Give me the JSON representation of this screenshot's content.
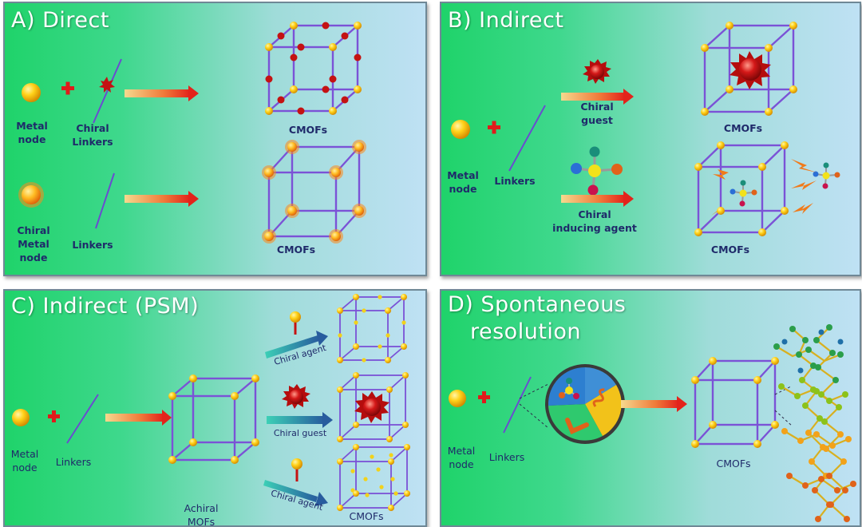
{
  "panels": {
    "a": {
      "title": "A) Direct",
      "metal_node": "Metal\nnode",
      "chiral_linkers": "Chiral\nLinkers",
      "cmofs_top": "CMOFs",
      "chiral_metal_node": "Chiral\nMetal\nnode",
      "linkers": "Linkers",
      "cmofs_bottom": "CMOFs"
    },
    "b": {
      "title": "B) Indirect",
      "chiral_guest": "Chiral\nguest",
      "cmofs_top": "CMOFs",
      "metal_node": "Metal\nnode",
      "linkers": "Linkers",
      "chiral_inducing_agent": "Chiral\ninducing agent",
      "cmofs_bottom": "CMOFs"
    },
    "c": {
      "title": "C) Indirect (PSM)",
      "metal_node": "Metal\nnode",
      "linkers": "Linkers",
      "achiral_mofs": "Achiral\nMOFs",
      "chiral_agent_top": "Chiral agent",
      "chiral_guest": "Chiral guest",
      "chiral_agent_bottom": "Chiral agent",
      "cmofs": "CMOFs"
    },
    "d": {
      "title_line1": "D) Spontaneous",
      "title_line2": "resolution",
      "metal_node": "Metal\nnode",
      "linkers": "Linkers",
      "cmofs": "CMOFs"
    }
  },
  "colors": {
    "panel_gradient": [
      "#1fd36a",
      "#bfe1f4"
    ],
    "frame_edge": "#7b52d6",
    "node_gold": "#f5b400",
    "chiral_red": "#c41212",
    "label_text": "#1f2a6a",
    "plus_red": "#e01b1b",
    "arrow_orange_to_red": [
      "#f6d58a",
      "#e8231a"
    ],
    "arrow_teal_to_blue": [
      "#35c7b6",
      "#2a5d9c"
    ]
  },
  "icons": [
    "metal-node-sphere",
    "chiral-star-guest",
    "linker-line",
    "plus-sign",
    "cube-framework",
    "tetrahedral-molecule",
    "pie-chiral-selection",
    "helical-crystal-structure"
  ]
}
